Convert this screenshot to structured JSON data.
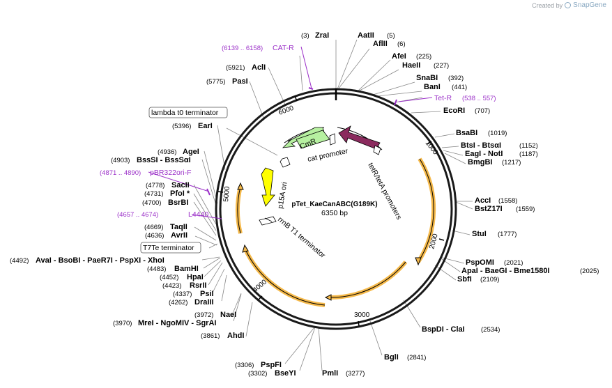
{
  "credit": {
    "prefix": "Created by",
    "brand": "SnapGene"
  },
  "plasmid": {
    "name": "pTet_KaeCanABC(G189K)",
    "length": "6350 bp"
  },
  "ticks": [
    "1000",
    "2000",
    "3000",
    "4000",
    "5000",
    "6000"
  ],
  "features": {
    "CmR": "CmR",
    "TetR": "TetR",
    "cat_promoter": "cat promoter",
    "tetR_tetA_promoters": "tetR/tetA promoters",
    "p15A_ori": "p15A ori",
    "rrnB_T1_terminator": "rrnB T1 terminator"
  },
  "boxed": {
    "lambda": "lambda t0 terminator",
    "t7te": "T7Te terminator"
  },
  "sites": {
    "zrai": {
      "name": "ZraI",
      "pos": "(3)"
    },
    "aatii": {
      "name": "AatII",
      "pos": "(5)"
    },
    "aflii": {
      "name": "AflII",
      "pos": "(6)"
    },
    "afei": {
      "name": "AfeI",
      "pos": "(225)"
    },
    "haeii": {
      "name": "HaeII",
      "pos": "(227)"
    },
    "snabi": {
      "name": "SnaBI",
      "pos": "(392)"
    },
    "bani": {
      "name": "BanI",
      "pos": "(441)"
    },
    "ecori": {
      "name": "EcoRI",
      "pos": "(707)"
    },
    "bsabi": {
      "name": "BsaBI",
      "pos": "(1019)"
    },
    "btsi": {
      "name": "BtsI - BtsαI",
      "pos": "(1152)"
    },
    "eagi": {
      "name": "EagI - NotI",
      "pos": "(1187)"
    },
    "bmgbi": {
      "name": "BmgBI",
      "pos": "(1217)"
    },
    "acci": {
      "name": "AccI",
      "pos": "(1558)"
    },
    "bstz17i": {
      "name": "BstZ17I",
      "pos": "(1559)"
    },
    "stui": {
      "name": "StuI",
      "pos": "(1777)"
    },
    "pspomi": {
      "name": "PspOMI",
      "pos": "(2021)"
    },
    "apai": {
      "name": "ApaI - BaeGI - Bme1580I",
      "pos": "(2025)"
    },
    "sbfi": {
      "name": "SbfI",
      "pos": "(2109)"
    },
    "bspdi": {
      "name": "BspDI - ClaI",
      "pos": "(2534)"
    },
    "bgli": {
      "name": "BglI",
      "pos": "(2841)"
    },
    "pmli": {
      "name": "PmlI",
      "pos": "(3277)"
    },
    "bseyi": {
      "name": "BseYI",
      "pos": "(3302)"
    },
    "pspfi": {
      "name": "PspFI",
      "pos": "(3306)"
    },
    "ahdi": {
      "name": "AhdI",
      "pos": "(3861)"
    },
    "mrei": {
      "name": "MreI - NgoMIV - SgrAI",
      "pos": "(3970)"
    },
    "naei": {
      "name": "NaeI",
      "pos": "(3972)"
    },
    "draiii": {
      "name": "DraIII",
      "pos": "(4262)"
    },
    "psii": {
      "name": "PsiI",
      "pos": "(4337)"
    },
    "rsrii": {
      "name": "RsrII",
      "pos": "(4423)"
    },
    "hpai": {
      "name": "HpaI",
      "pos": "(4452)"
    },
    "bamhi": {
      "name": "BamHI",
      "pos": "(4483)"
    },
    "avai": {
      "name": "AvaI - BsoBI - PaeR7I - PspXI - XhoI",
      "pos": "(4492)"
    },
    "avrii": {
      "name": "AvrII",
      "pos": "(4636)"
    },
    "taqii": {
      "name": "TaqII",
      "pos": "(4669)"
    },
    "bsrbi": {
      "name": "BsrBI",
      "pos": "(4700)"
    },
    "pfoi": {
      "name": "PfoI *",
      "pos": "(4731)"
    },
    "sacii": {
      "name": "SacII",
      "pos": "(4778)"
    },
    "bsssi": {
      "name": "BssSI - BssSαI",
      "pos": "(4903)"
    },
    "agei": {
      "name": "AgeI",
      "pos": "(4936)"
    },
    "eari": {
      "name": "EarI",
      "pos": "(5396)"
    },
    "pasi": {
      "name": "PasI",
      "pos": "(5775)"
    },
    "acli": {
      "name": "AclI",
      "pos": "(5921)"
    }
  },
  "primers": {
    "catr": {
      "name": "CAT-R",
      "range": "(6139 .. 6158)"
    },
    "tetr": {
      "name": "Tet-R",
      "range": "(538 .. 557)"
    },
    "pbr": {
      "name": "pBR322ori-F",
      "range": "(4871 .. 4890)"
    },
    "l4440": {
      "name": "L4440",
      "range": "(4657 .. 4674)"
    }
  },
  "colors": {
    "cds_green": "#b6f0a0",
    "tetr_purple": "#8b2b5e",
    "ori_yellow": "#ffff00",
    "orf_orange": "#f5b94a",
    "primer_purple": "#9b30c8"
  }
}
